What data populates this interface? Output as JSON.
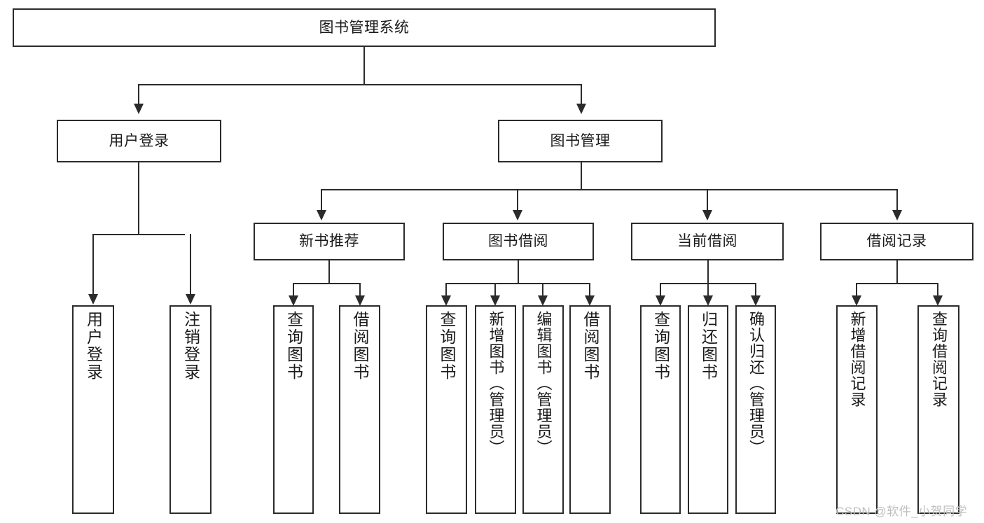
{
  "diagram": {
    "title": "图书管理系统",
    "type": "tree",
    "root": {
      "label": "图书管理系统",
      "children": [
        {
          "label": "用户登录",
          "children": [
            {
              "label": "用户登录"
            },
            {
              "label": "注销登录"
            }
          ]
        },
        {
          "label": "图书管理",
          "children": [
            {
              "label": "新书推荐",
              "children": [
                {
                  "label": "查询图书"
                },
                {
                  "label": "借阅图书"
                }
              ]
            },
            {
              "label": "图书借阅",
              "children": [
                {
                  "label": "查询图书"
                },
                {
                  "label": "新增图书（管理员）"
                },
                {
                  "label": "编辑图书（管理员）"
                },
                {
                  "label": "借阅图书"
                }
              ]
            },
            {
              "label": "当前借阅",
              "children": [
                {
                  "label": "查询图书"
                },
                {
                  "label": "归还图书"
                },
                {
                  "label": "确认归还（管理员）"
                }
              ]
            },
            {
              "label": "借阅记录",
              "children": [
                {
                  "label": "新增借阅记录"
                },
                {
                  "label": "查询借阅记录"
                }
              ]
            }
          ]
        }
      ]
    }
  },
  "nodes": {
    "root": "图书管理系统",
    "user_login": "用户登录",
    "book_manage": "图书管理",
    "new_book_rec": "新书推荐",
    "book_borrow": "图书借阅",
    "current_borrow": "当前借阅",
    "borrow_record": "借阅记录",
    "leaf_user_login": "用户登录",
    "leaf_logout": "注销登录",
    "leaf_rec_query": "查询图书",
    "leaf_rec_borrow": "借阅图书",
    "leaf_bb_query": "查询图书",
    "leaf_bb_add": "新增图书（管理员）",
    "leaf_bb_edit": "编辑图书（管理员）",
    "leaf_bb_borrow": "借阅图书",
    "leaf_cb_query": "查询图书",
    "leaf_cb_return": "归还图书",
    "leaf_cb_confirm": "确认归还（管理员）",
    "leaf_br_add": "新增借阅记录",
    "leaf_br_query": "查询借阅记录"
  },
  "watermark": {
    "text": "CSDN @软件_小贺同学"
  },
  "colors": {
    "border": "#2b2b2b",
    "background": "#ffffff",
    "text": "#1a1a1a",
    "watermark": "#bfbfbf"
  }
}
